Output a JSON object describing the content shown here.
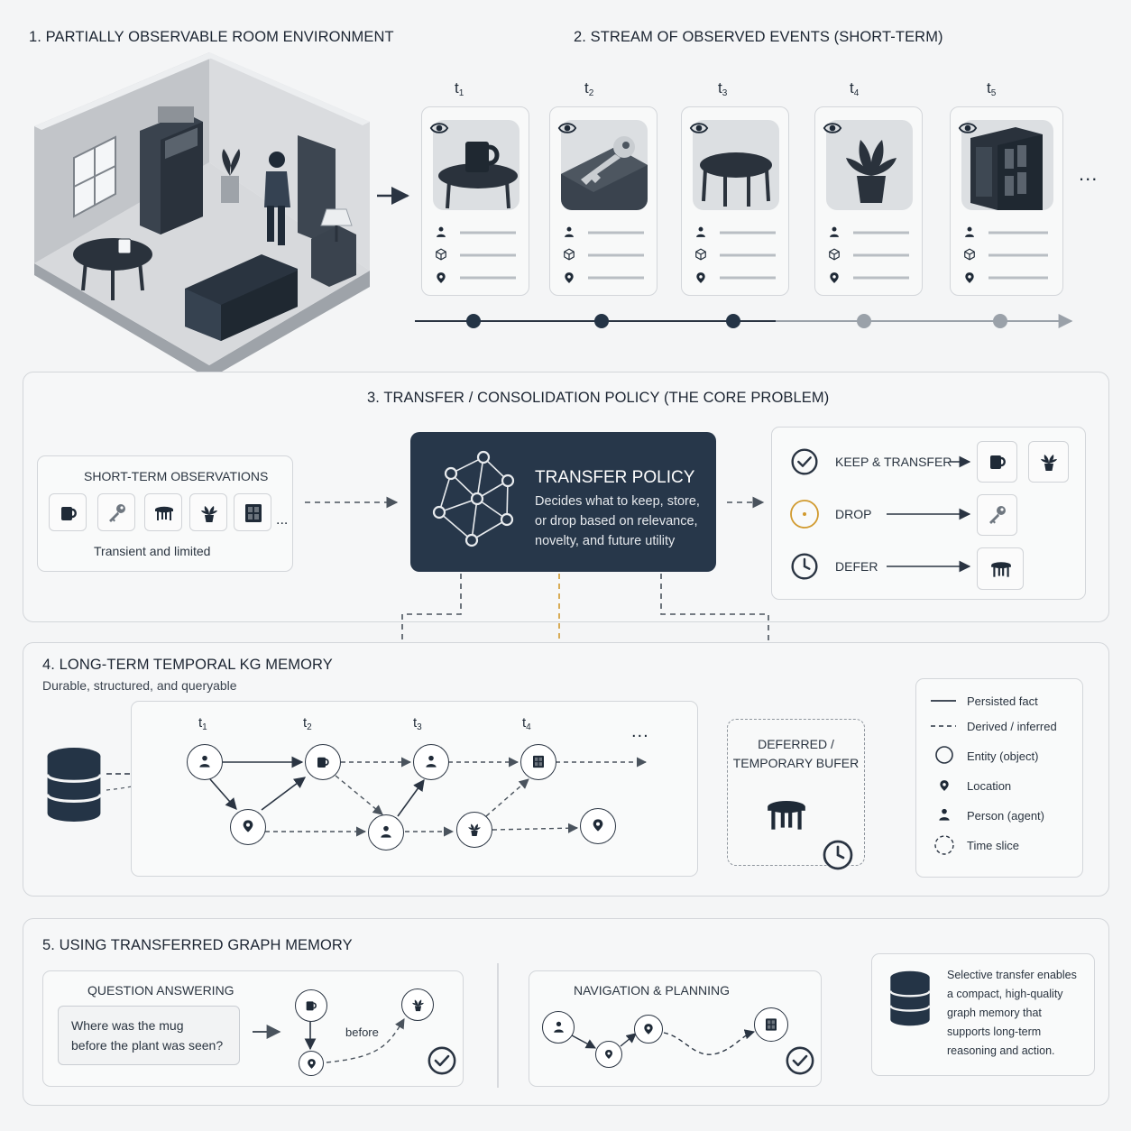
{
  "section1": {
    "title": "1. PARTIALLY OBSERVABLE ROOM ENVIRONMENT"
  },
  "section2": {
    "title": "2. STREAM OF OBSERVED EVENTS (SHORT-TERM)",
    "events": [
      {
        "t": "t",
        "sub": "1",
        "object": "mug-on-table"
      },
      {
        "t": "t",
        "sub": "2",
        "object": "key-on-drawer"
      },
      {
        "t": "t",
        "sub": "3",
        "object": "round-table"
      },
      {
        "t": "t",
        "sub": "4",
        "object": "potted-plant"
      },
      {
        "t": "t",
        "sub": "5",
        "object": "bookshelf"
      }
    ],
    "more": "..."
  },
  "section3": {
    "title": "3. TRANSFER / CONSOLIDATION POLICY (THE CORE PROBLEM)",
    "short_term": {
      "title": "SHORT-TERM OBSERVATIONS",
      "caption": "Transient and limited",
      "more": "..."
    },
    "policy": {
      "title": "TRANSFER POLICY",
      "line1": "Decides what to keep, store,",
      "line2": "or drop based on relevance,",
      "line3": "novelty, and future utility"
    },
    "outcomes": [
      {
        "label": "KEEP & TRANSFER",
        "icon": "check-circle-icon"
      },
      {
        "label": "DROP",
        "icon": "dot-circle-icon"
      },
      {
        "label": "DEFER",
        "icon": "clock-icon"
      }
    ]
  },
  "section4": {
    "title": "4. LONG-TERM TEMPORAL KG MEMORY",
    "subtitle": "Durable, structured, and queryable",
    "times": [
      {
        "t": "t",
        "sub": "1"
      },
      {
        "t": "t",
        "sub": "2"
      },
      {
        "t": "t",
        "sub": "3"
      },
      {
        "t": "t",
        "sub": "4"
      }
    ],
    "more": "...",
    "deferred": {
      "line1": "DEFERRED /",
      "line2": "TEMPORARY BUFER"
    },
    "legend": [
      {
        "label": "Persisted fact"
      },
      {
        "label": "Derived / inferred"
      },
      {
        "label": "Entity (object)"
      },
      {
        "label": "Location"
      },
      {
        "label": "Person (agent)"
      },
      {
        "label": "Time slice"
      }
    ]
  },
  "section5": {
    "title": "5. USING TRANSFERRED GRAPH MEMORY",
    "qa": {
      "title": "QUESTION ANSWERING",
      "q1": "Where was the mug",
      "q2": "before the plant was seen?",
      "edge": "before"
    },
    "nav": {
      "title": "NAVIGATION & PLANNING"
    },
    "summary": [
      "Selective transfer enables",
      "a compact, high-quality",
      "graph memory that",
      "supports long-term",
      "reasoning and action."
    ]
  },
  "colors": {
    "navy": "#27374a",
    "accent": "#d19a2e",
    "line": "#2a3442",
    "muted": "#9aa1a9"
  }
}
